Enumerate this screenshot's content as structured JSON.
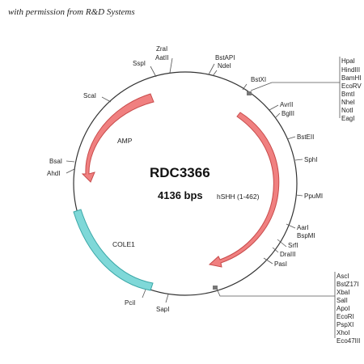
{
  "permission_note": "with permission from R&D Systems",
  "plasmid": {
    "name": "RDC3366",
    "size": "4136 bps"
  },
  "features": {
    "amp": "AMP",
    "hshh": "hSHH (1-462)",
    "cole1": "COLE1"
  },
  "sites": {
    "zral": "ZraI",
    "aatii": "AatII",
    "sspi": "SspI",
    "bstapi": "BstAPI",
    "ndei": "NdeI",
    "bstxi": "BstXI",
    "scai": "ScaI",
    "avrii": "AvrII",
    "bglii": "BglII",
    "bsteii": "BstEII",
    "sphi": "SphI",
    "ppumi": "PpuMI",
    "aari": "AarI",
    "bspmi": "BspMI",
    "srfi": "SrfI",
    "draiii": "DraIII",
    "pasi": "PasI",
    "bsai": "BsaI",
    "ahdi": "AhdI",
    "pcii": "PciI",
    "sapi": "SapI"
  },
  "mcs_top": [
    "HpaI",
    "HindIII",
    "BamHI",
    "EcoRV",
    "BmtI",
    "NheI",
    "NotI",
    "EagI"
  ],
  "mcs_bottom": [
    "AscI",
    "BstZ17I",
    "XbaI",
    "SalI",
    "ApoI",
    "EcoRI",
    "PspXI",
    "XhoI",
    "Eco47III"
  ],
  "colors": {
    "arrow_fill": "#f08080",
    "arrow_stroke": "#c84b4b",
    "cole1_fill": "#7fd8d8",
    "cole1_stroke": "#3aa7a7",
    "backbone": "#333333"
  }
}
